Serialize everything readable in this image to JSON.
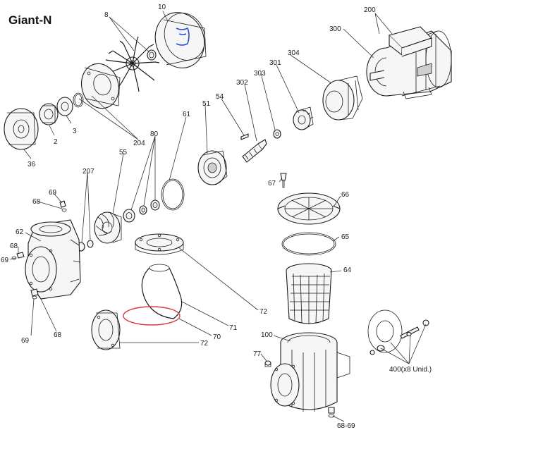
{
  "title": "Giant-N",
  "labels": {
    "l200": "200",
    "l300": "300",
    "l10": "10",
    "l8": "8",
    "l304": "304",
    "l301": "301",
    "l303": "303",
    "l302": "302",
    "l54": "54",
    "l51": "51",
    "l61": "61",
    "l80": "80",
    "l204": "204",
    "l3": "3",
    "l2": "2",
    "l36": "36",
    "l55": "55",
    "l207": "207",
    "l69a": "69",
    "l68a": "68",
    "l62": "62",
    "l68b": "68",
    "l69b": "69",
    "l69c": "69",
    "l68c": "68",
    "l67": "67",
    "l66": "66",
    "l65": "65",
    "l64": "64",
    "l72a": "72",
    "l71": "71",
    "l70": "70",
    "l72b": "72",
    "l100": "100",
    "l77": "77",
    "l6869": "68-69",
    "l400": "400(x8 Unid.)"
  }
}
